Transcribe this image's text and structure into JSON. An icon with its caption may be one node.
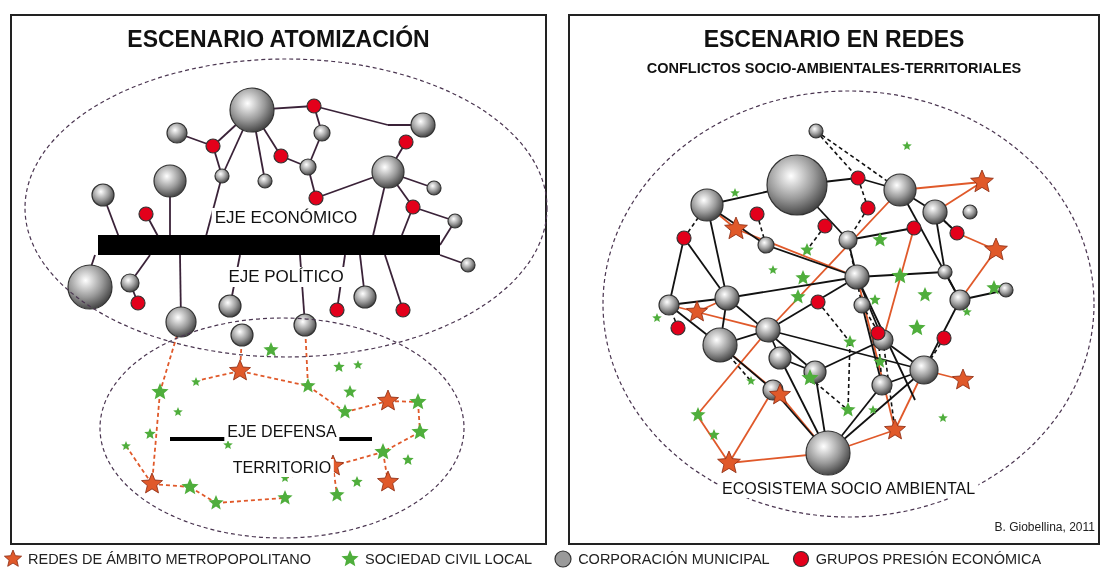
{
  "diagram": {
    "nodes": [
      {
        "text": [
          "ESCENARIO ATOMIZACIÓN"
        ]
      },
      {
        "text": [
          "EJE ECONÓMICO",
          "EJE POLÍTICO"
        ],
        "in": 0
      },
      {
        "text": [
          "EJE DEFENSA",
          "TERRITORIO"
        ],
        "in": 0
      },
      {
        "text": [
          "ESCENARIO EN REDES",
          "CONFLICTOS SOCIO-AMBIENTALES-TERRITORIALES"
        ]
      },
      {
        "text": [
          "ECOSISTEMA SOCIO AMBIENTAL"
        ],
        "in": 3
      }
    ],
    "edges": [],
    "labels": [
      "B. Giobellina, 2011"
    ],
    "legend": [
      {
        "text": "REDES DE ÁMBITO METROPOPOLITANO",
        "color": "#e0592a"
      },
      {
        "text": "SOCIEDAD CIVIL LOCAL",
        "color": "#4fae3c"
      },
      {
        "text": "CORPORACIÓN MUNICIPAL",
        "color": "#9a9a9a"
      },
      {
        "text": "GRUPOS PRESIÓN ECONÓMICA",
        "color": "#e3001b"
      }
    ]
  }
}
